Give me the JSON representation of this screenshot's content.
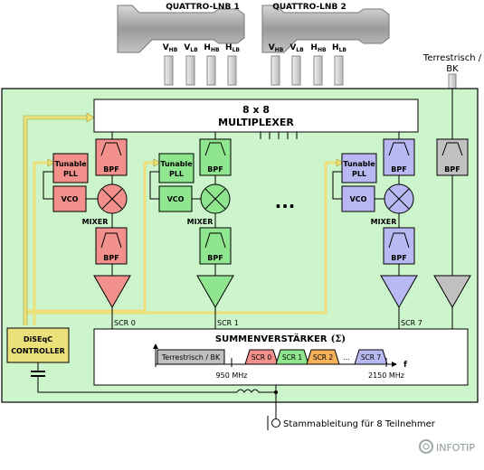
{
  "lnb": {
    "one": "QUATTRO-LNB 1",
    "two": "QUATTRO-LNB 2",
    "ports": [
      {
        "main": "V",
        "sub": "HB"
      },
      {
        "main": "V",
        "sub": "LB"
      },
      {
        "main": "H",
        "sub": "HB"
      },
      {
        "main": "H",
        "sub": "LB"
      }
    ]
  },
  "terrestrial": {
    "line1": "Terrestrisch /",
    "line2": "BK"
  },
  "multiplexer": {
    "line1": "8 x 8",
    "line2": "MULTIPLEXER"
  },
  "channel": {
    "tunable": "Tunable",
    "pll": "PLL",
    "vco": "VCO",
    "bpf": "BPF",
    "mixer": "MIXER"
  },
  "dots": "...",
  "scr_labels": {
    "a": "SCR 0",
    "b": "SCR 1",
    "c": "SCR 7"
  },
  "diseqc": {
    "line1": "DiSEqC",
    "line2": "CONTROLLER"
  },
  "summing": {
    "title": "SUMMENVERSTÄRKER",
    "symbol": "(Σ)"
  },
  "spectrum": {
    "terr": "Terrestrisch / BK",
    "scr0": "SCR 0",
    "scr1": "SCR 1",
    "scr2": "SCR 2",
    "gap": "...",
    "scr7": "SCR 7",
    "f_low": "950 MHz",
    "f_high": "2150 MHz",
    "axis": "f"
  },
  "output": "Stammableitung für 8 Teilnehmer",
  "brand": "INFOTIP",
  "colors": {
    "board": "#ccf5cc",
    "red": "#f2908c",
    "green": "#8fe68f",
    "blue": "#b8b8f2",
    "grey": "#c0c0c0",
    "orange": "#f5b05a",
    "signal": "#ece07a"
  }
}
